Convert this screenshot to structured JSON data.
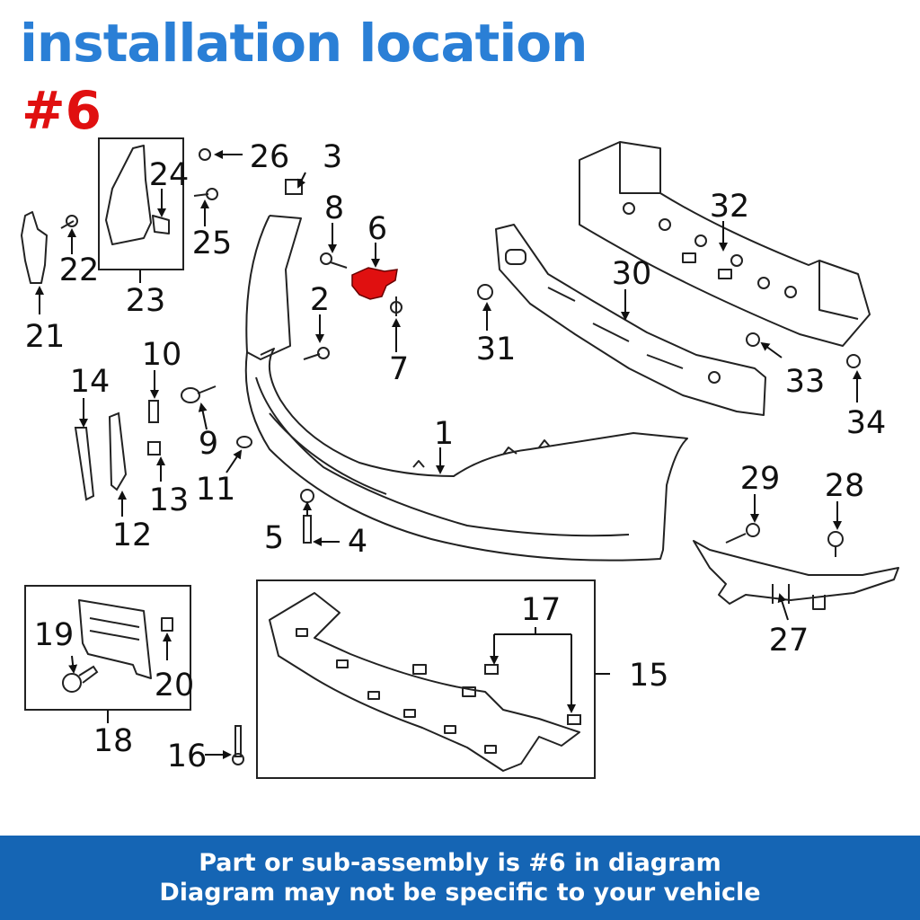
{
  "header": {
    "title": "installation location",
    "highlight_label": "#6"
  },
  "diagram": {
    "callouts": [
      "1",
      "2",
      "3",
      "4",
      "5",
      "6",
      "7",
      "8",
      "9",
      "10",
      "11",
      "12",
      "13",
      "14",
      "15",
      "16",
      "17",
      "18",
      "19",
      "20",
      "21",
      "22",
      "23",
      "24",
      "25",
      "26",
      "27",
      "28",
      "29",
      "30",
      "31",
      "32",
      "33",
      "34"
    ],
    "highlighted_part": "6"
  },
  "footer": {
    "line1": "Part or sub-assembly is #6 in diagram",
    "line2": "Diagram may not be specific to your vehicle"
  },
  "colors": {
    "title_blue": "#2a7fd6",
    "highlight_red": "#e01010",
    "banner_blue": "#1565b4",
    "line_color": "#222222"
  }
}
